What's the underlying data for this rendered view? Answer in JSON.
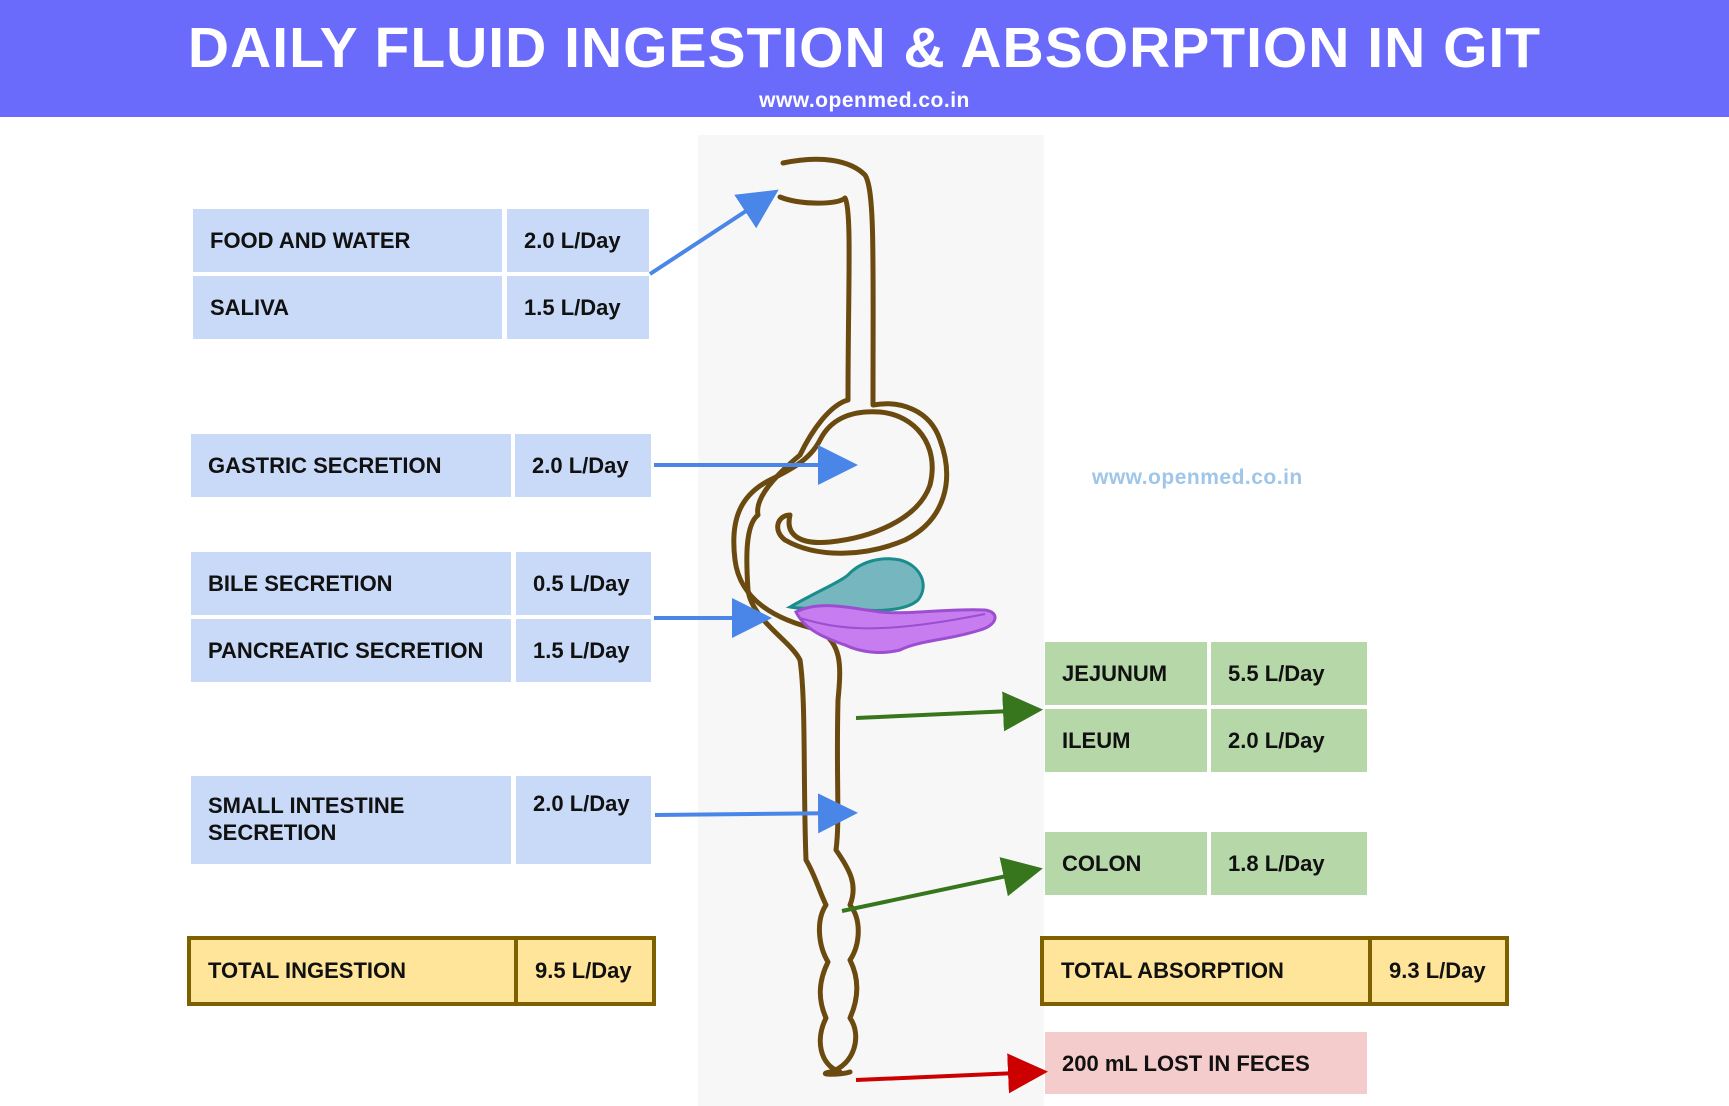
{
  "header": {
    "title": "DAILY FLUID INGESTION & ABSORPTION IN GIT",
    "website": "www.openmed.co.in"
  },
  "watermark": "www.openmed.co.in",
  "ingestion": {
    "food_water": {
      "label": "FOOD AND WATER",
      "value": "2.0 L/Day"
    },
    "saliva": {
      "label": "SALIVA",
      "value": "1.5 L/Day"
    },
    "gastric": {
      "label": "GASTRIC SECRETION",
      "value": "2.0 L/Day"
    },
    "bile": {
      "label": "BILE SECRETION",
      "value": "0.5 L/Day"
    },
    "pancreatic": {
      "label": "PANCREATIC SECRETION",
      "value": "1.5 L/Day"
    },
    "small_intestine": {
      "label_line1": "SMALL INTESTINE",
      "label_line2": "SECRETION",
      "value": "2.0 L/Day"
    },
    "total": {
      "label": "TOTAL  INGESTION",
      "value": "9.5 L/Day"
    }
  },
  "absorption": {
    "jejunum": {
      "label": "JEJUNUM",
      "value": "5.5 L/Day"
    },
    "ileum": {
      "label": "ILEUM",
      "value": "2.0 L/Day"
    },
    "colon": {
      "label": "COLON",
      "value": "1.8 L/Day"
    },
    "total": {
      "label": "TOTAL  ABSORPTION",
      "value": "9.3 L/Day"
    },
    "feces": {
      "label": "200 mL LOST IN FECES"
    }
  },
  "colors": {
    "header_bg": "#6b6bfb",
    "input_cell": "#c9daf8",
    "absorb_cell": "#b6d7a8",
    "total_cell": "#ffe599",
    "total_border": "#7f6000",
    "loss_cell": "#f4cccc",
    "gut_outline": "#6b4a10",
    "input_arrow": "#4a86e8",
    "absorb_arrow": "#38761d",
    "loss_arrow": "#cc0000",
    "gallbladder": "#76b7bf",
    "pancreas": "#c77df0"
  }
}
